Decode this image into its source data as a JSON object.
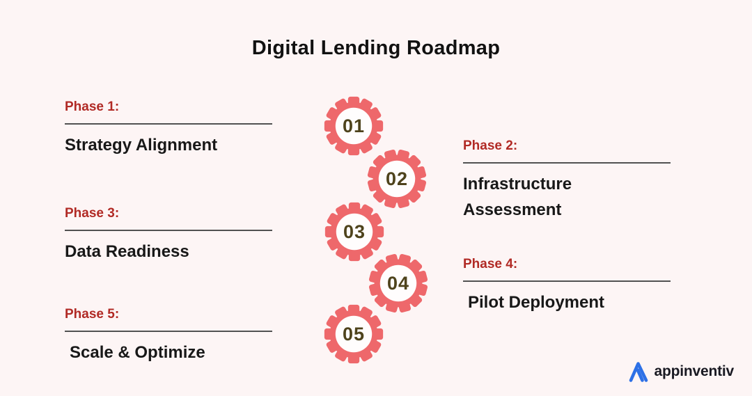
{
  "title": "Digital Lending Roadmap",
  "phases": [
    {
      "label": "Phase 1:",
      "title": "Strategy Alignment",
      "number": "01"
    },
    {
      "label": "Phase 2:",
      "title": "Infrastructure Assessment",
      "number": "02"
    },
    {
      "label": "Phase 3:",
      "title": "Data Readiness",
      "number": "03"
    },
    {
      "label": "Phase 4:",
      "title": "Pilot Deployment",
      "number": "04"
    },
    {
      "label": "Phase 5:",
      "title": "Scale & Optimize",
      "number": "05"
    }
  ],
  "logo": {
    "brand": "appinventiv"
  },
  "colors": {
    "background": "#fdf5f5",
    "gear": "#ee686b",
    "gear_number": "#4e431c",
    "phase_label_red": "#b12a25",
    "divider": "#515151",
    "heading_text": "#111111",
    "logo_blue": "#2d70e6",
    "logo_text": "#191922"
  }
}
